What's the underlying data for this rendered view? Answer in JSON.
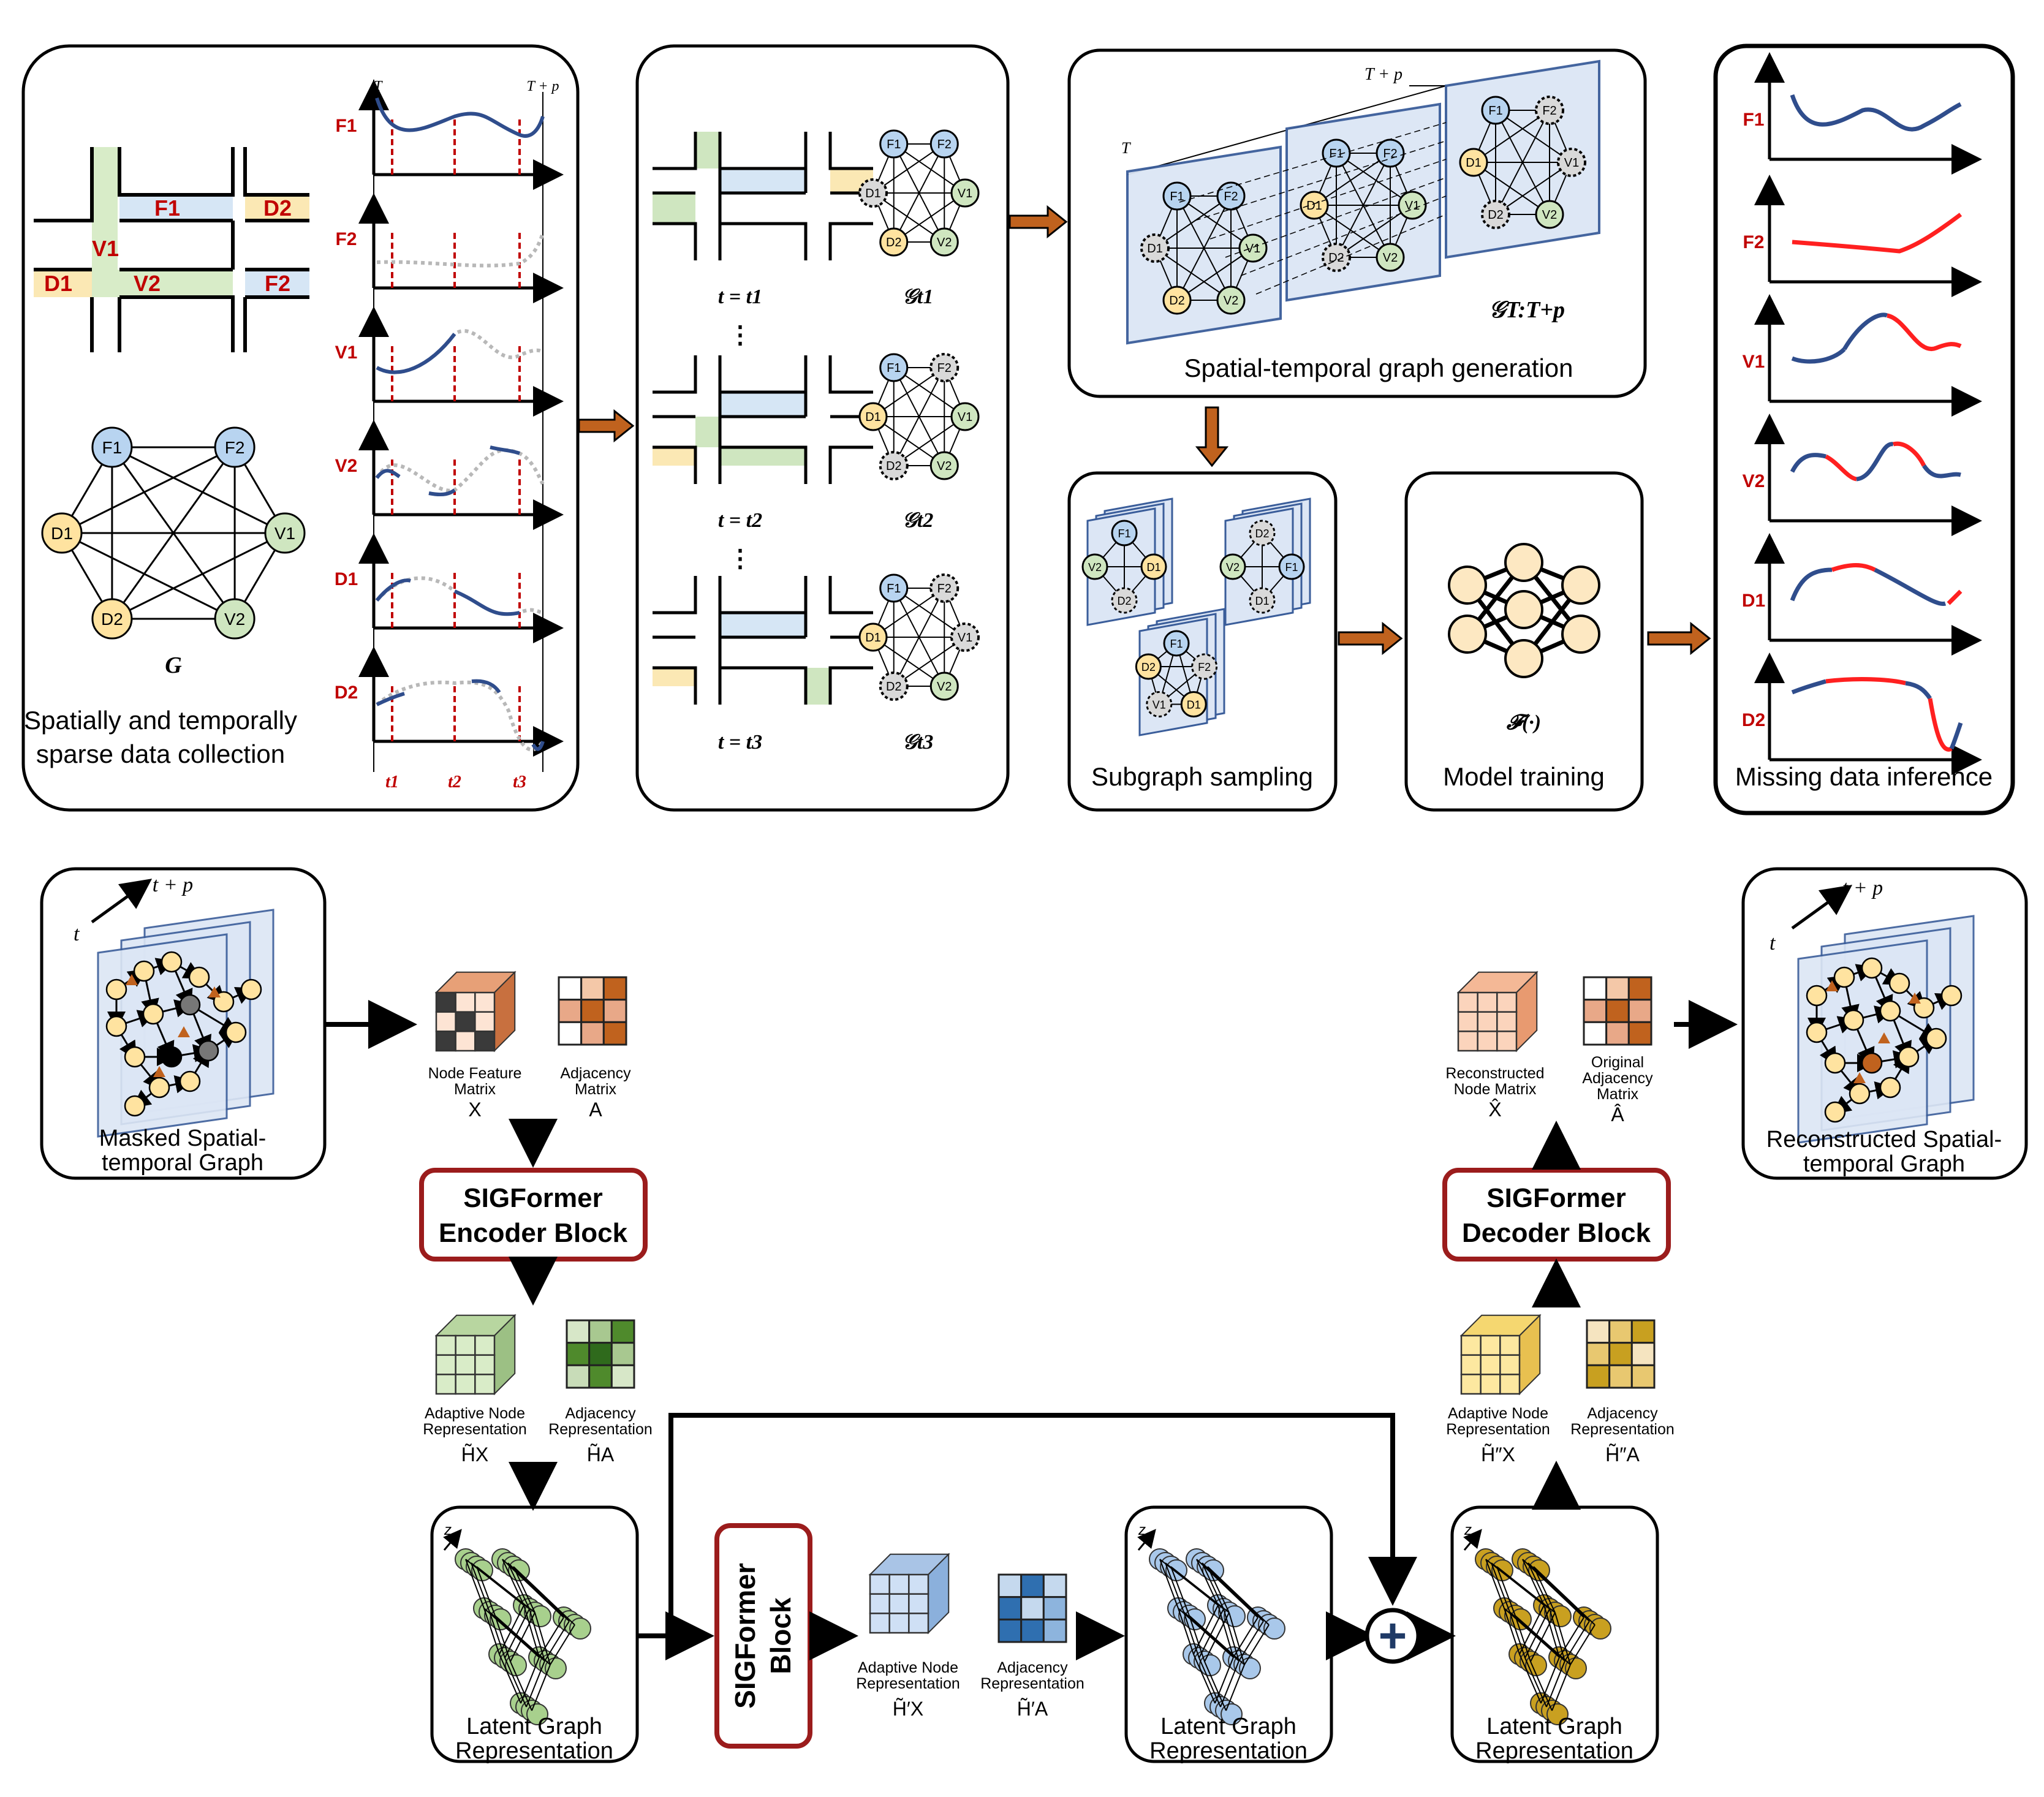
{
  "top": {
    "panel1": {
      "caption_line1": "Spatially and temporally",
      "caption_line2": "sparse data collection",
      "graph_label": "G",
      "road_labels": {
        "F1": "F1",
        "F2": "F2",
        "V1": "V1",
        "V2": "V2",
        "D1": "D1",
        "D2": "D2"
      },
      "series_labels": [
        "F1",
        "F2",
        "V1",
        "V2",
        "D1",
        "D2"
      ],
      "time_label_start": "T",
      "time_label_end": "T + p",
      "time_ticks": [
        "t1",
        "t2",
        "t3"
      ]
    },
    "panel2": {
      "rows": [
        {
          "time": "t = t1",
          "graph": "𝒢t1"
        },
        {
          "time": "t = t2",
          "graph": "𝒢t2"
        },
        {
          "time": "t = t3",
          "graph": "𝒢t3"
        }
      ],
      "ellipsis": "⋮"
    },
    "panel3": {
      "caption": "Spatial-temporal graph generation",
      "time_start": "T",
      "time_end": "T + p",
      "graph_label": "𝒢T:T+p"
    },
    "subgraph": {
      "caption": "Subgraph sampling"
    },
    "model": {
      "caption": "Model training",
      "func": "𝓕(·)"
    },
    "inference": {
      "caption": "Missing data inference",
      "labels": [
        "F1",
        "F2",
        "V1",
        "V2",
        "D1",
        "D2"
      ]
    },
    "node_names": [
      "F1",
      "F2",
      "V1",
      "V2",
      "D2",
      "D1"
    ]
  },
  "bottom": {
    "masked": {
      "line1": "Masked Spatial-",
      "line2": "temporal Graph",
      "t": "t",
      "tp": "t + p"
    },
    "recon": {
      "line1": "Reconstructed Spatial-",
      "line2": "temporal Graph",
      "t": "t",
      "tp": "t + p"
    },
    "encoder_inputs": {
      "x_line1": "Node Feature",
      "x_line2": "Matrix",
      "x_sym": "X",
      "a_line1": "Adjacency",
      "a_line2": "Matrix",
      "a_sym": "A"
    },
    "encoder": {
      "line1": "SIGFormer",
      "line2": "Encoder Block"
    },
    "decoder": {
      "line1": "SIGFormer",
      "line2": "Decoder Block"
    },
    "enc_out": {
      "h_line1": "Adaptive Node",
      "h_line2": "Representation",
      "h_sym": "H̃X",
      "a_line1": "Adjacency",
      "a_line2": "Representation",
      "a_sym": "H̃A"
    },
    "mid_out": {
      "h_line1": "Adaptive Node",
      "h_line2": "Representation",
      "h_sym": "H̃′X",
      "a_line1": "Adjacency",
      "a_line2": "Representation",
      "a_sym": "H̃′A"
    },
    "dec_in": {
      "h_line1": "Adaptive Node",
      "h_line2": "Representation",
      "h_sym": "H̃″X",
      "a_line1": "Adjacency",
      "a_line2": "Representation",
      "a_sym": "H̃″A"
    },
    "dec_out": {
      "x_line1": "Reconstructed",
      "x_line2": "Node Matrix",
      "x_sym": "X̂",
      "a_line1": "Original",
      "a_line2": "Adjacency",
      "a_line3": "Matrix",
      "a_sym": "Â"
    },
    "sigformer_block": {
      "line1": "SIGFormer",
      "line2": "Block"
    },
    "latent": {
      "line1": "Latent Graph",
      "line2": "Representation",
      "z": "z"
    },
    "plus": "+"
  },
  "colors": {
    "arrow_orange": "#c0621e",
    "label_red": "#c00000",
    "curve_blue": "#2f4d8c",
    "missing_red": "#ff2020",
    "node_blue": "#b8d4f0",
    "node_yellow": "#ffe3a0",
    "node_green": "#cfe6c0",
    "sig_border": "#9b1c1c",
    "plane_fill": "#dce6f5",
    "plane_stroke": "#3a5d9a"
  }
}
